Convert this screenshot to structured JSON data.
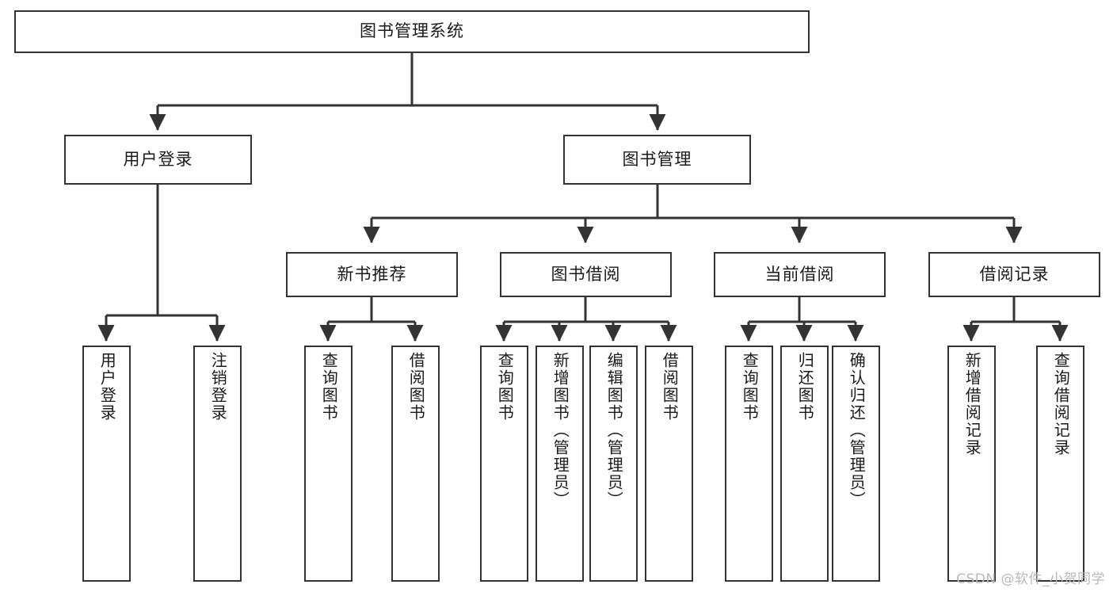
{
  "diagram": {
    "type": "tree-hierarchy-diagram",
    "title": "图书管理系统",
    "background_color": "#ffffff",
    "node_border_color": "#333333",
    "edge_color": "#333333",
    "text_color": "#1a1a1a"
  },
  "nodes": {
    "root": {
      "label": "图书管理系统",
      "orientation": "horizontal"
    },
    "level2": [
      {
        "id": "user-login",
        "label": "用户登录",
        "orientation": "horizontal"
      },
      {
        "id": "book-manage",
        "label": "图书管理",
        "orientation": "horizontal"
      }
    ],
    "level3": [
      {
        "id": "new-book-recommend",
        "label": "新书推荐",
        "orientation": "horizontal"
      },
      {
        "id": "book-borrow",
        "label": "图书借阅",
        "orientation": "horizontal"
      },
      {
        "id": "current-borrow",
        "label": "当前借阅",
        "orientation": "horizontal"
      },
      {
        "id": "borrow-record",
        "label": "借阅记录",
        "orientation": "horizontal"
      }
    ],
    "leaves": [
      {
        "id": "leaf-user-login",
        "label": "用户登录",
        "orientation": "vertical",
        "parent": "user-login"
      },
      {
        "id": "leaf-logout-login",
        "label": "注销登录",
        "orientation": "vertical",
        "parent": "user-login"
      },
      {
        "id": "leaf-query-book-1",
        "label": "查询图书",
        "orientation": "vertical",
        "parent": "new-book-recommend"
      },
      {
        "id": "leaf-borrow-book-1",
        "label": "借阅图书",
        "orientation": "vertical",
        "parent": "new-book-recommend"
      },
      {
        "id": "leaf-query-book-2",
        "label": "查询图书",
        "orientation": "vertical",
        "parent": "book-borrow"
      },
      {
        "id": "leaf-add-book",
        "label": "新增图书（管理员）",
        "orientation": "vertical",
        "parent": "book-borrow"
      },
      {
        "id": "leaf-edit-book",
        "label": "编辑图书（管理员）",
        "orientation": "vertical",
        "parent": "book-borrow"
      },
      {
        "id": "leaf-borrow-book-2",
        "label": "借阅图书",
        "orientation": "vertical",
        "parent": "book-borrow"
      },
      {
        "id": "leaf-query-book-3",
        "label": "查询图书",
        "orientation": "vertical",
        "parent": "current-borrow"
      },
      {
        "id": "leaf-return-book",
        "label": "归还图书",
        "orientation": "vertical",
        "parent": "current-borrow"
      },
      {
        "id": "leaf-confirm-return",
        "label": "确认归还（管理员）",
        "orientation": "vertical",
        "parent": "current-borrow"
      },
      {
        "id": "leaf-add-record",
        "label": "新增借阅记录",
        "orientation": "vertical",
        "parent": "borrow-record"
      },
      {
        "id": "leaf-query-record",
        "label": "查询借阅记录",
        "orientation": "vertical",
        "parent": "borrow-record"
      }
    ]
  },
  "watermark": {
    "text": "CSDN @软件_小贺同学"
  }
}
